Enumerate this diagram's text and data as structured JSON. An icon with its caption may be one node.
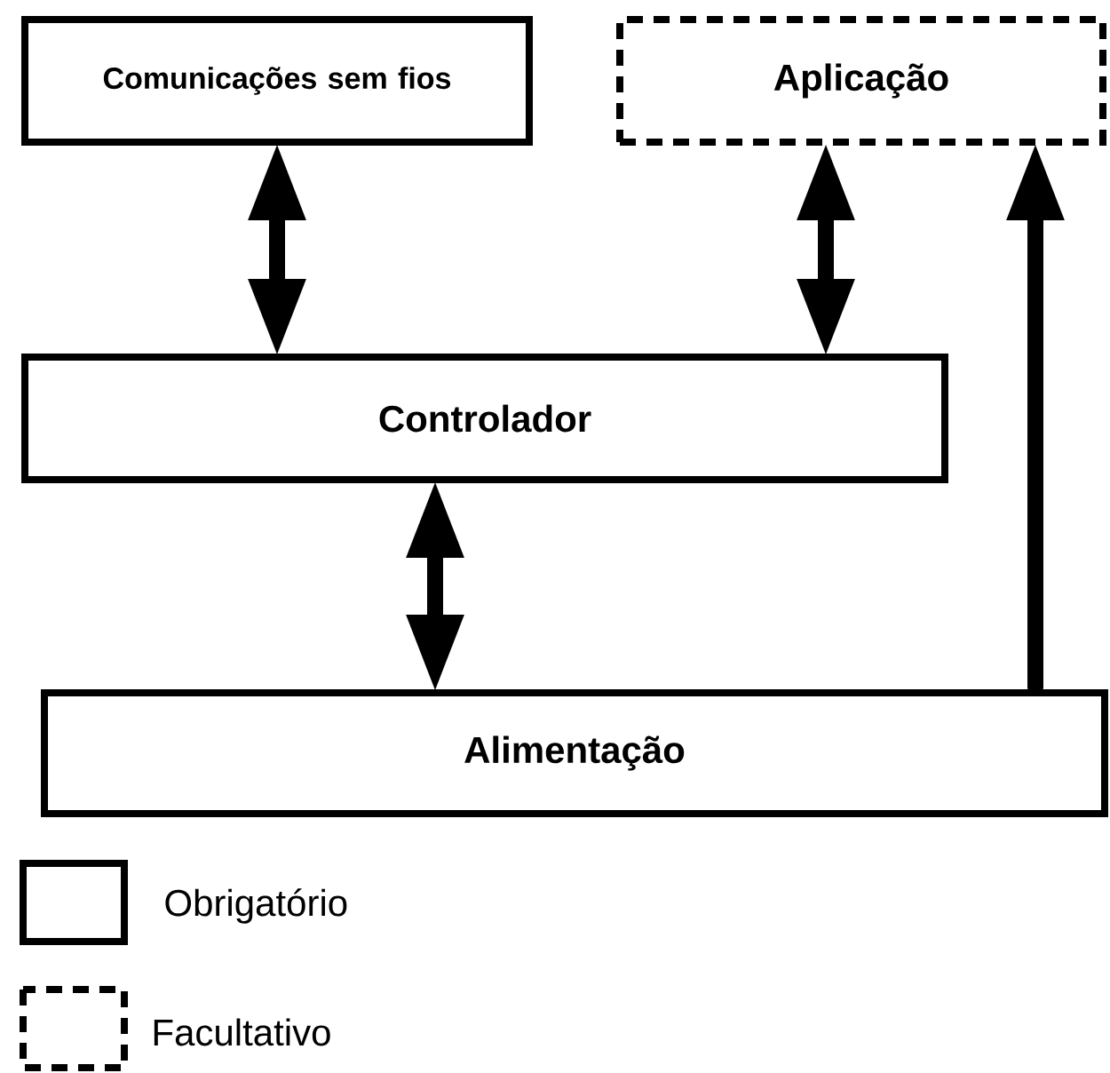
{
  "diagram": {
    "nodes": [
      {
        "text": [
          "Comunicações sem fios"
        ]
      },
      {
        "text": [
          "Aplicação"
        ]
      },
      {
        "text": [
          "Controlador"
        ]
      },
      {
        "text": [
          "Alimentação"
        ]
      }
    ],
    "edges": [
      {
        "from": 0,
        "to": 2,
        "arrow": "both"
      },
      {
        "from": 1,
        "to": 2,
        "arrow": "both"
      },
      {
        "from": 2,
        "to": 3,
        "arrow": "both"
      },
      {
        "from": 3,
        "to": 1,
        "arrow": "to"
      }
    ],
    "legend": [
      {
        "text": "Obrigatório"
      },
      {
        "text": "Facultativo"
      }
    ]
  }
}
